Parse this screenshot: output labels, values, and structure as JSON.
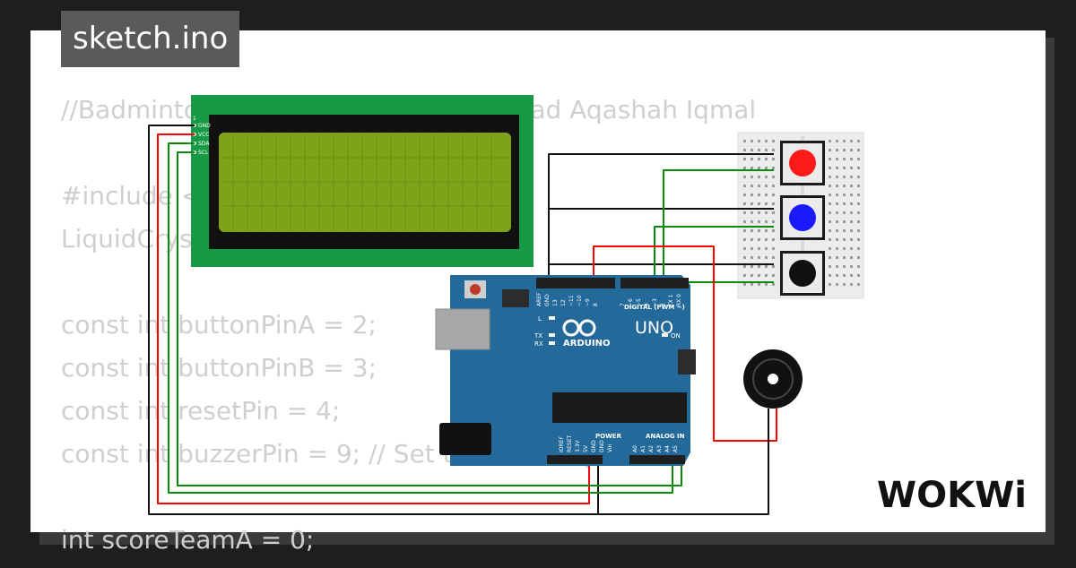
{
  "file_tab": {
    "label": "sketch.ino"
  },
  "code_lines": [
    "//Badminton Scoreboard by Muhammad Aqashah Iqmal",
    "",
    "#include <LiquidCrystal_I2C.h>",
    "LiquidCrystal_I2C lcd(0x27, 20, 4);",
    "",
    "const int buttonPinA = 2;",
    "const int buttonPinB = 3;",
    "const int resetPin = 4;",
    "const int buzzerPin = 9; // Set the buzzer pin to 9",
    "",
    "int scoreTeamA = 0;"
  ],
  "lcd": {
    "pin_labels": [
      "1",
      "GND",
      "VCC",
      "SDA",
      "SCL"
    ]
  },
  "arduino": {
    "brand": "ARDUINO",
    "model": "UNO",
    "header_digital": "DIGITAL (PWM ~)",
    "header_power": "POWER",
    "header_analog": "ANALOG IN",
    "led_labels": [
      "L",
      "TX",
      "RX",
      "ON"
    ],
    "digital_pins": [
      "AREF",
      "GND",
      "13",
      "12",
      "~11",
      "~10",
      "~9",
      "8",
      "7",
      "~6",
      "~5",
      "4",
      "~3",
      "2",
      "TX 1",
      "RX 0"
    ],
    "power_pins": [
      "IOREF",
      "RESET",
      "3.3V",
      "5V",
      "GND",
      "GND",
      "Vin"
    ],
    "analog_pins": [
      "A0",
      "A1",
      "A2",
      "A3",
      "A4",
      "A5"
    ]
  },
  "buttons": [
    {
      "name": "button-red",
      "color": "#ff1a1a"
    },
    {
      "name": "button-blue",
      "color": "#1a1aff"
    },
    {
      "name": "button-black",
      "color": "#111111"
    }
  ],
  "logo": {
    "text": "WOKWi"
  },
  "colors": {
    "wire_red": "#ff0000",
    "wire_green": "#0a8a0a",
    "wire_black": "#111111",
    "board_blue": "#236a9a",
    "lcd_pcb": "#179a45",
    "lcd_screen": "#7fa318"
  }
}
